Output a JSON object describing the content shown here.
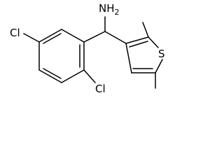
{
  "molecule": {
    "atom_labels": {
      "amine": "NH",
      "amine_subscript": "2",
      "chloro_left": "Cl",
      "chloro_bottom": "Cl",
      "sulfur": "S"
    },
    "colors": {
      "bond": "#000000",
      "text": "#000000",
      "background": "#ffffff"
    }
  }
}
